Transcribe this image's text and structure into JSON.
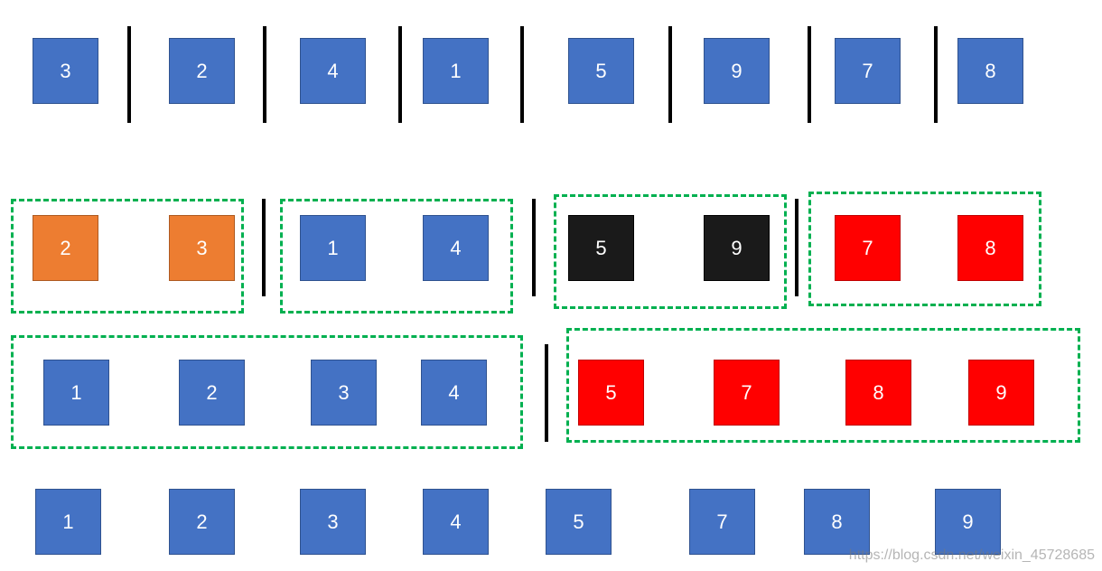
{
  "colors": {
    "default": "#4472c4",
    "orange": "#ed7d31",
    "black": "#1a1a1a",
    "red": "#ff0000",
    "group_border": "#00b050",
    "separator": "#000000"
  },
  "rows": [
    {
      "id": "row-1",
      "boxes": [
        {
          "label": "3",
          "color": "default"
        },
        {
          "label": "2",
          "color": "default"
        },
        {
          "label": "4",
          "color": "default"
        },
        {
          "label": "1",
          "color": "default"
        },
        {
          "label": "5",
          "color": "default"
        },
        {
          "label": "9",
          "color": "default"
        },
        {
          "label": "7",
          "color": "default"
        },
        {
          "label": "8",
          "color": "default"
        }
      ]
    },
    {
      "id": "row-2",
      "boxes": [
        {
          "label": "2",
          "color": "orange"
        },
        {
          "label": "3",
          "color": "orange"
        },
        {
          "label": "1",
          "color": "default"
        },
        {
          "label": "4",
          "color": "default"
        },
        {
          "label": "5",
          "color": "black"
        },
        {
          "label": "9",
          "color": "black"
        },
        {
          "label": "7",
          "color": "red"
        },
        {
          "label": "8",
          "color": "red"
        }
      ]
    },
    {
      "id": "row-3",
      "boxes": [
        {
          "label": "1",
          "color": "default"
        },
        {
          "label": "2",
          "color": "default"
        },
        {
          "label": "3",
          "color": "default"
        },
        {
          "label": "4",
          "color": "default"
        },
        {
          "label": "5",
          "color": "red"
        },
        {
          "label": "7",
          "color": "red"
        },
        {
          "label": "8",
          "color": "red"
        },
        {
          "label": "9",
          "color": "red"
        }
      ]
    },
    {
      "id": "row-4",
      "boxes": [
        {
          "label": "1",
          "color": "default"
        },
        {
          "label": "2",
          "color": "default"
        },
        {
          "label": "3",
          "color": "default"
        },
        {
          "label": "4",
          "color": "default"
        },
        {
          "label": "5",
          "color": "default"
        },
        {
          "label": "7",
          "color": "default"
        },
        {
          "label": "8",
          "color": "default"
        },
        {
          "label": "9",
          "color": "default"
        }
      ]
    }
  ],
  "watermark": "https://blog.csdn.net/weixin_45728685"
}
